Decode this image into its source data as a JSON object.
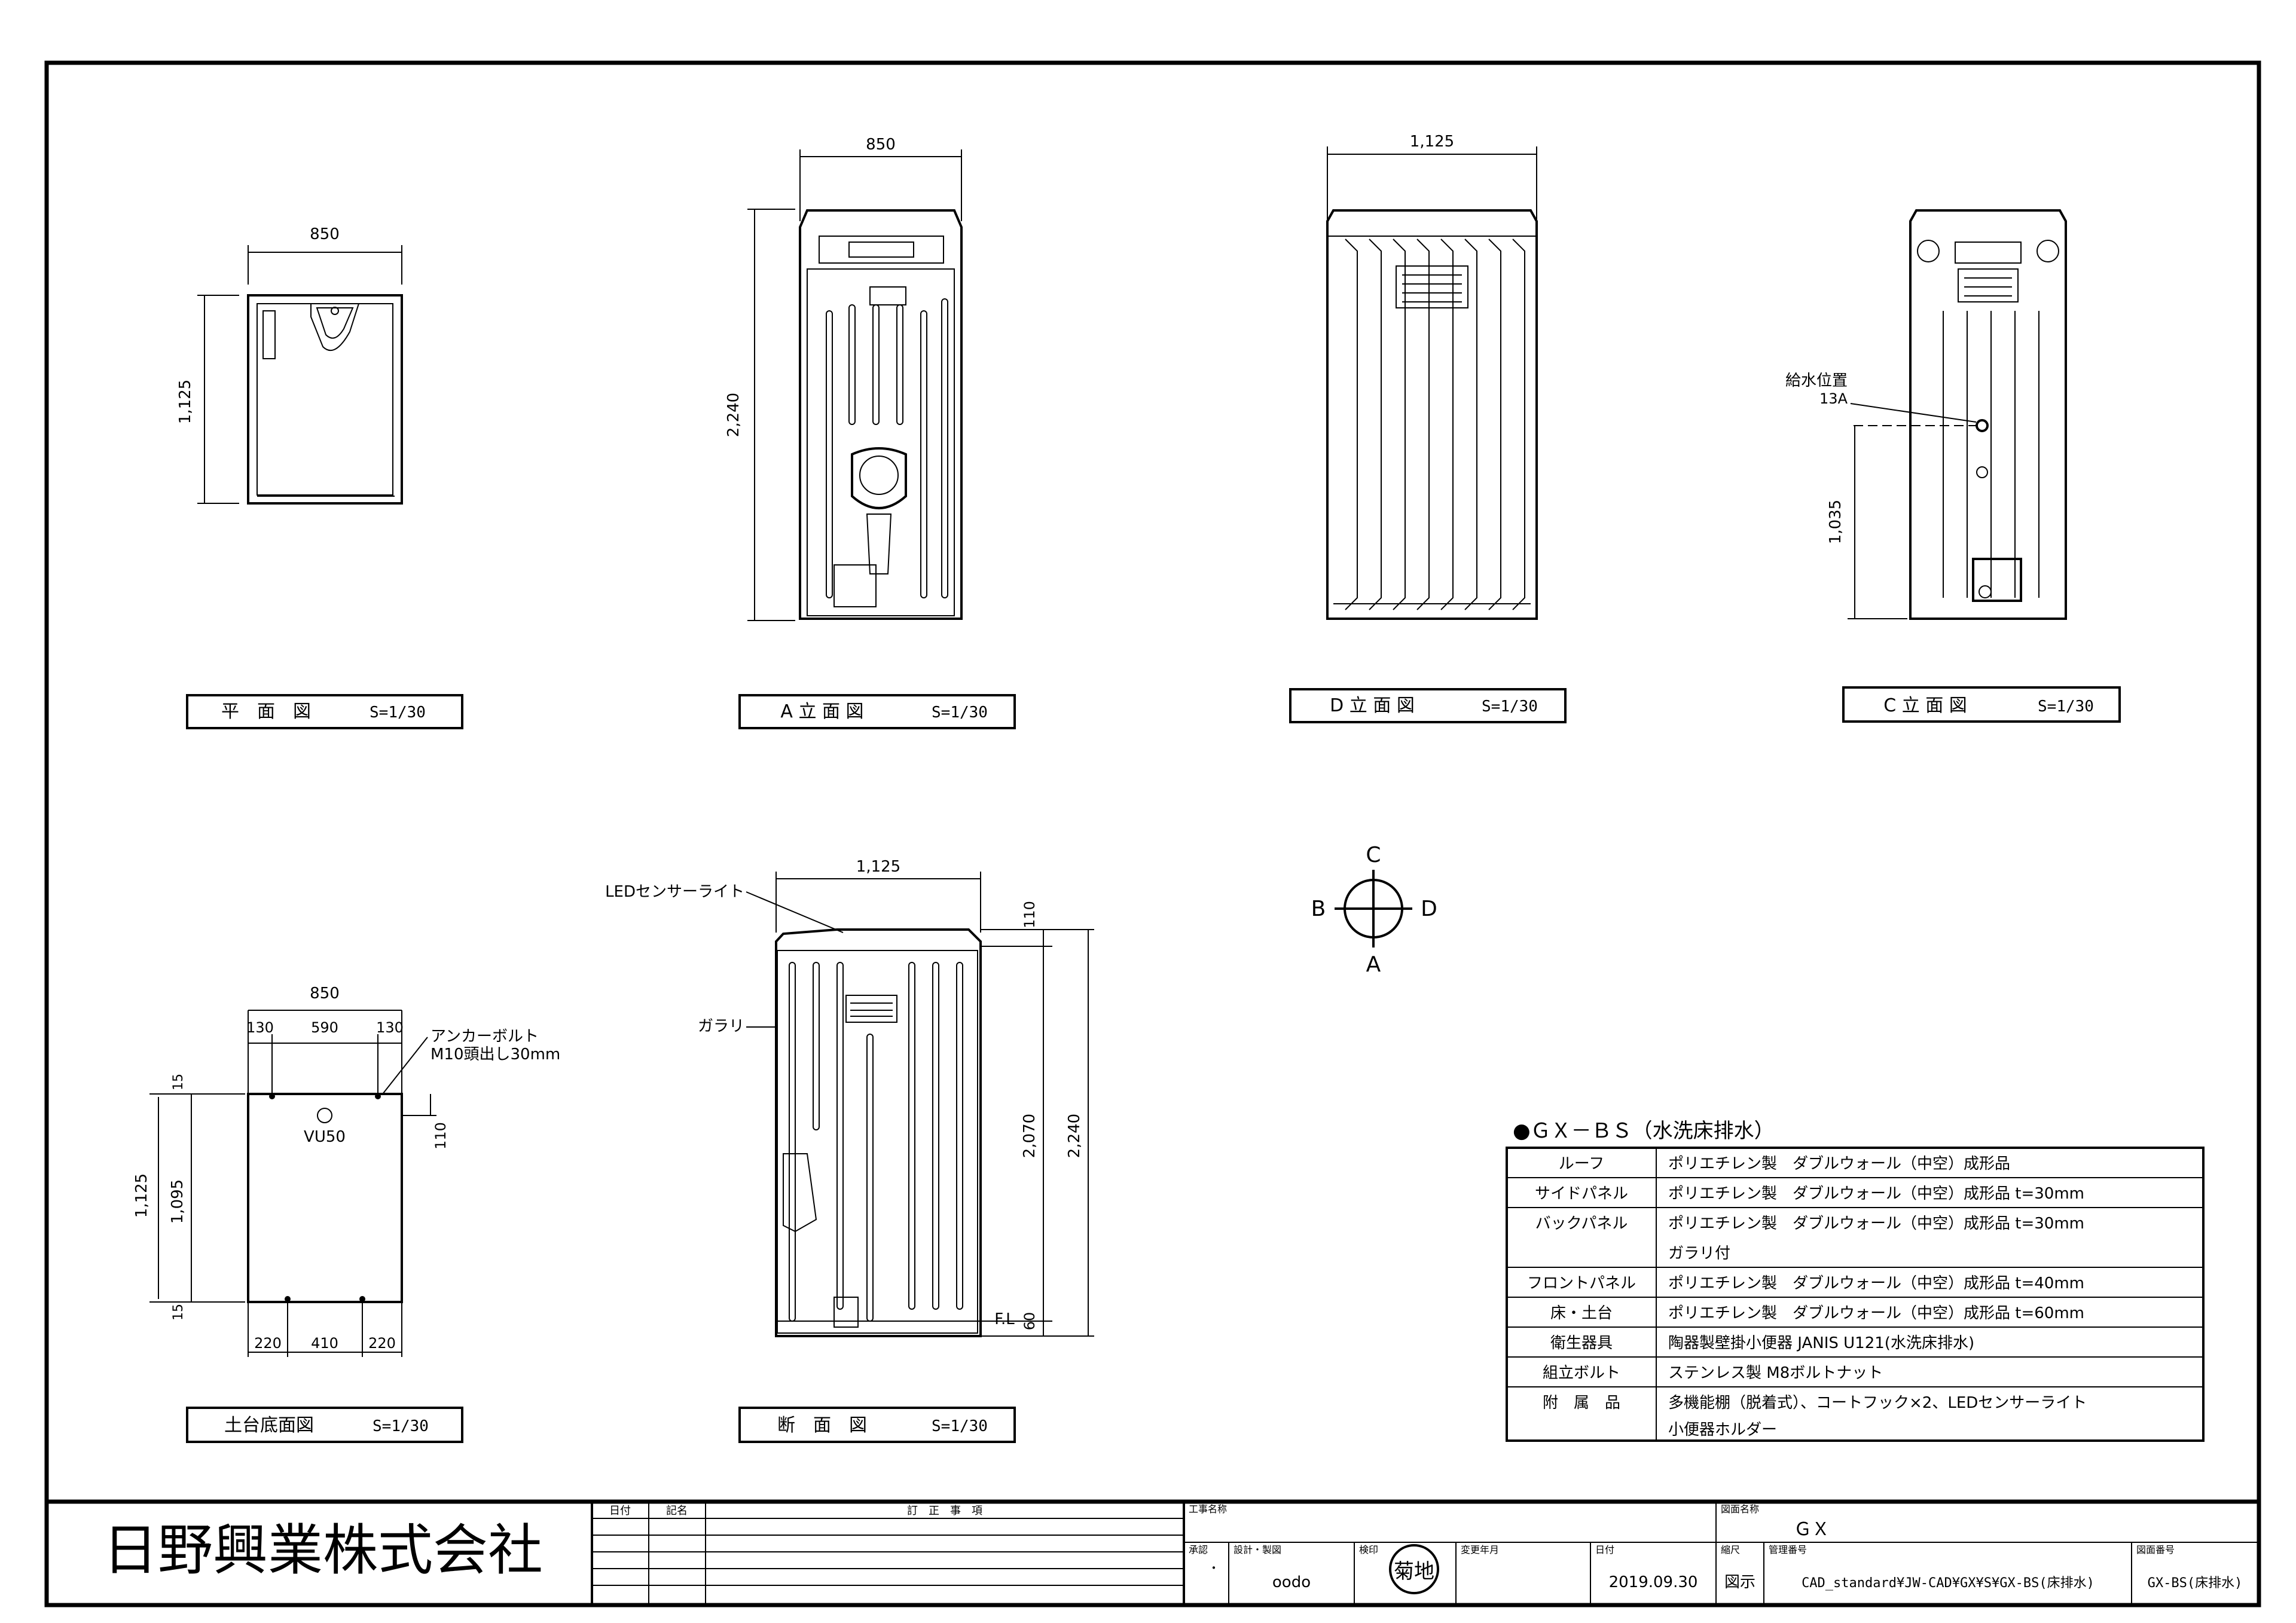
{
  "views": {
    "plan": {
      "title": "平　面　図",
      "scale": "S=1/30",
      "dim_width": "850",
      "dim_depth": "1,125"
    },
    "a_elev": {
      "title": "A 立 面 図",
      "scale": "S=1/30",
      "dim_width": "850",
      "dim_height": "2,240"
    },
    "d_elev": {
      "title": "D 立 面 図",
      "scale": "S=1/30",
      "dim_width": "1,125"
    },
    "c_elev": {
      "title": "C 立 面 図",
      "scale": "S=1/30",
      "water_label": "給水位置",
      "water_size": "13A",
      "dim_water_height": "1,035"
    },
    "base": {
      "title": "土台底面図",
      "scale": "S=1/30",
      "dim_width": "850",
      "dim_top": [
        "130",
        "590",
        "130"
      ],
      "dim_bottom": [
        "220",
        "410",
        "220"
      ],
      "dim_depth": "1,125",
      "dim_inner": "1,095",
      "dim_15a": "15",
      "dim_15b": "15",
      "dim_110": "110",
      "vu_label": "VU50",
      "anchor_line1": "アンカーボルト",
      "anchor_line2": "M10頭出し30mm"
    },
    "section": {
      "title": "断　面　図",
      "scale": "S=1/30",
      "dim_width": "1,125",
      "dim_110": "110",
      "dim_2070": "2,070",
      "dim_2240": "2,240",
      "dim_60": "60",
      "fl_label": "F.L",
      "led_label": "LEDセンサーライト",
      "gallery_label": "ガラリ"
    }
  },
  "compass": {
    "n": "C",
    "w": "B",
    "e": "D",
    "s": "A"
  },
  "spec": {
    "title": "●ＧＸ－ＢＳ（水洗床排水）",
    "rows": [
      {
        "label": "ルーフ",
        "value": "ポリエチレン製　ダブルウォール（中空）成形品",
        "value2": ""
      },
      {
        "label": "サイドパネル",
        "value": "ポリエチレン製　ダブルウォール（中空）成形品 t=30mm",
        "value2": ""
      },
      {
        "label": "バックパネル",
        "value": "ポリエチレン製　ダブルウォール（中空）成形品 t=30mm",
        "value2": "ガラリ付"
      },
      {
        "label": "フロントパネル",
        "value": "ポリエチレン製　ダブルウォール（中空）成形品 t=40mm",
        "value2": ""
      },
      {
        "label": "床・土台",
        "value": "ポリエチレン製　ダブルウォール（中空）成形品 t=60mm",
        "value2": ""
      },
      {
        "label": "衛生器具",
        "value": "陶器製壁掛小便器 JANIS U121(水洗床排水)",
        "value2": ""
      },
      {
        "label": "組立ボルト",
        "value": "ステンレス製 M8ボルトナット",
        "value2": ""
      },
      {
        "label": "附　属　品",
        "value": "多機能棚（脱着式）、コートフック×2、LEDセンサーライト",
        "value2": "小便器ホルダー"
      }
    ]
  },
  "title_block": {
    "company": "日野興業株式会社",
    "hdr_date": "日付",
    "hdr_check": "記名",
    "hdr_revision": "訂　正　事　項",
    "hdr_project": "工事名称",
    "hdr_drawing_name": "図面名称",
    "drawing_name": "ＧＸ",
    "hdr_approve": "承認",
    "hdr_design": "設計・製図",
    "designer": "oodo",
    "hdr_inspect": "検印",
    "stamp": "菊地",
    "hdr_change": "変更年月",
    "hdr_date2": "日付",
    "date": "2019.09.30",
    "hdr_scale": "縮尺",
    "scale": "図示",
    "hdr_file": "管理番号",
    "file": "CAD_standard¥JW-CAD¥GX¥S¥GX-BS(床排水)",
    "hdr_number": "図面番号",
    "number": "GX-BS(床排水)",
    "approve_mark": "・"
  }
}
